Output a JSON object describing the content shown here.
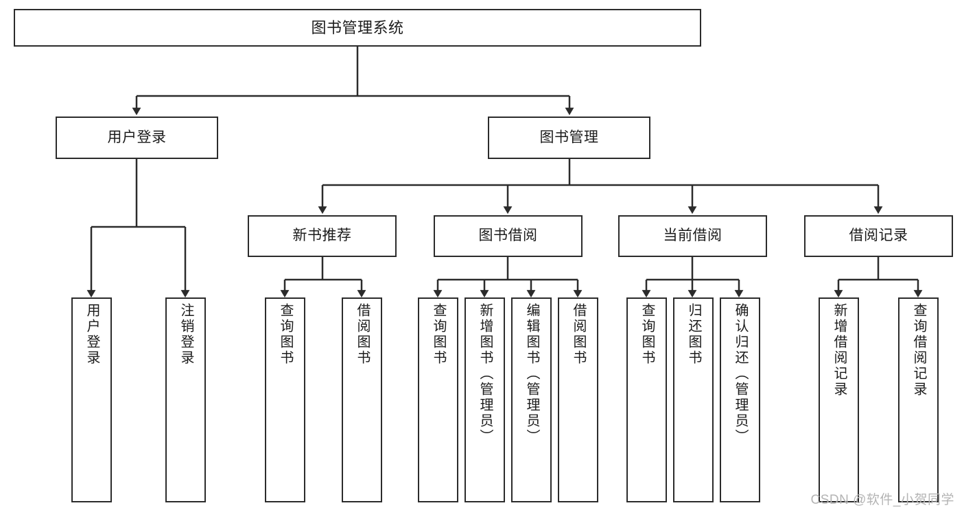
{
  "diagram": {
    "type": "tree",
    "title": "图书管理系统",
    "watermark": "CSDN @软件_小贺同学",
    "colors": {
      "stroke": "#2b2b2b",
      "fill": "#ffffff",
      "text": "#1b1b1b",
      "watermark": "#b4b4b4"
    },
    "nodes": {
      "root": {
        "label": "图书管理系统"
      },
      "level2": [
        {
          "label": "用户登录"
        },
        {
          "label": "图书管理"
        }
      ],
      "level3": [
        {
          "label": "新书推荐"
        },
        {
          "label": "图书借阅"
        },
        {
          "label": "当前借阅"
        },
        {
          "label": "借阅记录"
        }
      ],
      "leaves": {
        "user_login": [
          {
            "label": "用户登录"
          },
          {
            "label": "注销登录"
          }
        ],
        "new_book_recommend": [
          {
            "label": "查询图书"
          },
          {
            "label": "借阅图书"
          }
        ],
        "book_borrow": [
          {
            "label": "查询图书"
          },
          {
            "label": "新增图书（管理员）"
          },
          {
            "label": "编辑图书（管理员）"
          },
          {
            "label": "借阅图书"
          }
        ],
        "current_borrow": [
          {
            "label": "查询图书"
          },
          {
            "label": "归还图书"
          },
          {
            "label": "确认归还（管理员）"
          }
        ],
        "borrow_record": [
          {
            "label": "新增借阅记录"
          },
          {
            "label": "查询借阅记录"
          }
        ]
      }
    }
  }
}
